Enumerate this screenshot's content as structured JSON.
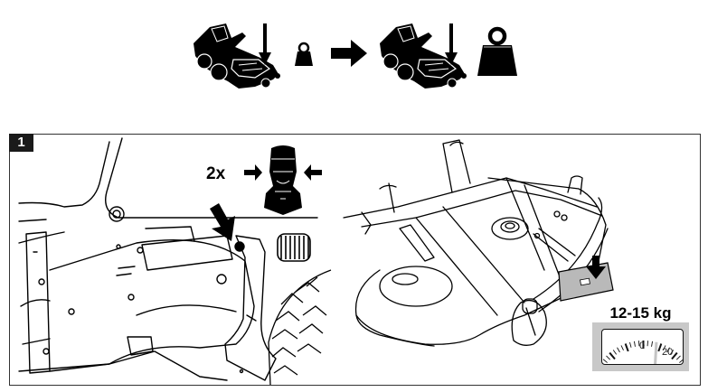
{
  "figure": {
    "top_row": {
      "items": [
        {
          "icon": "riding-mower-icon",
          "description": "rider mower with downward arrow on cutting deck"
        },
        {
          "icon": "small-weight-icon",
          "description": "small weight"
        },
        {
          "icon": "right-arrow-icon",
          "description": "transition arrow"
        },
        {
          "icon": "riding-mower-icon",
          "description": "rider mower with downward arrow on cutting deck"
        },
        {
          "icon": "large-weight-icon",
          "description": "large weight"
        }
      ]
    },
    "step": {
      "number": "1",
      "repeat_label": "2x",
      "left_illustration": "deck lift linkage with spring and rear wheel; arrow pointing at adjustment nut",
      "seat_icon": "operator-seat-icon with inward pressing arrows",
      "right_illustration": "cutting deck seen from above with scale plate under front edge; arrow pointing down",
      "weight_range": "12-15 kg",
      "gauge": {
        "labels": [
          "0",
          "20"
        ],
        "needle_value_fraction": 0.62
      }
    }
  },
  "colors": {
    "ink": "#000000",
    "badge_bg": "#1a1a1a",
    "gauge_panel": "#c8c8c8",
    "plate": "#b9b9b9"
  }
}
